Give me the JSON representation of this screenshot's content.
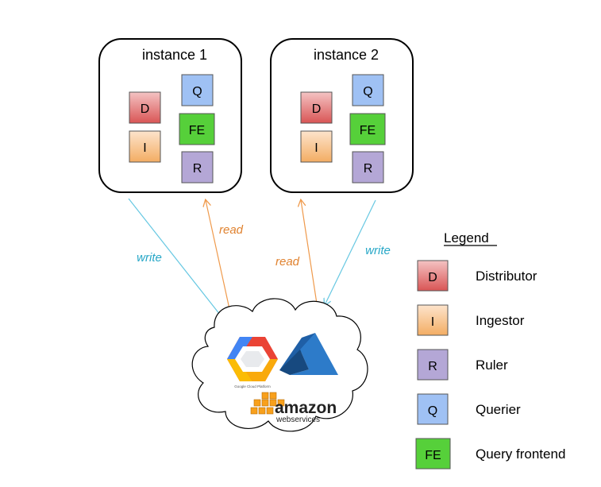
{
  "instances": [
    {
      "title": "instance 1",
      "components": [
        "D",
        "I",
        "Q",
        "FE",
        "R"
      ]
    },
    {
      "title": "instance 2",
      "components": [
        "D",
        "I",
        "Q",
        "FE",
        "R"
      ]
    }
  ],
  "arrows": {
    "write_left": "write",
    "read_left": "read",
    "read_right": "read",
    "write_right": "write"
  },
  "cloud": {
    "gcp_caption": "Google Cloud Platform",
    "aws_wordmark": "amazon",
    "aws_sub": "webservices"
  },
  "legend": {
    "title": "Legend",
    "items": [
      {
        "key": "D",
        "label": "Distributor"
      },
      {
        "key": "I",
        "label": "Ingestor"
      },
      {
        "key": "R",
        "label": "Ruler"
      },
      {
        "key": "Q",
        "label": "Querier"
      },
      {
        "key": "FE",
        "label": "Query frontend"
      }
    ]
  },
  "colors": {
    "distributor_fill": "#e06666",
    "ingestor_fill": "#f6b26b",
    "ruler_fill": "#8e7cc3",
    "querier_fill": "#6d9eeb",
    "frontend_fill": "#56d03a",
    "write_arrow": "#67c8e2",
    "read_arrow": "#ef9a4c",
    "write_text": "#27a7c7",
    "read_text": "#e0822f"
  }
}
